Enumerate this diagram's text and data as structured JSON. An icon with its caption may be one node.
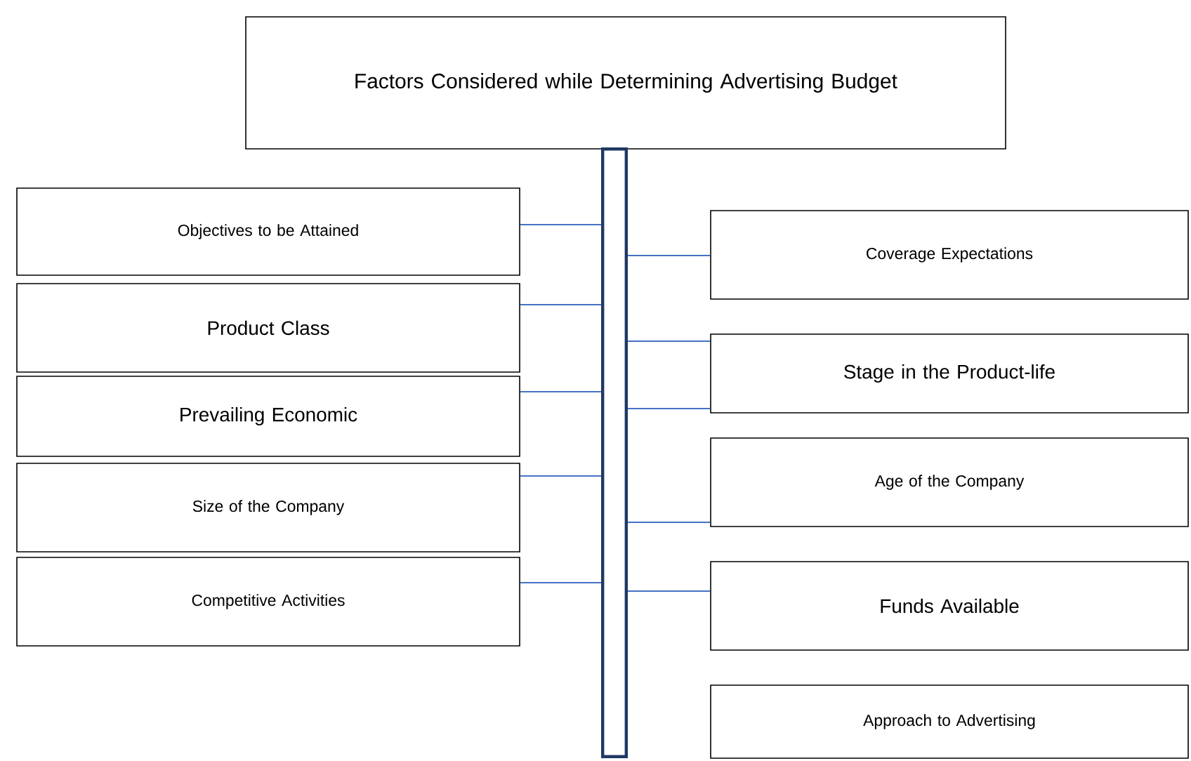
{
  "diagram": {
    "nodes": [
      {
        "text": [
          "Factors Considered  while Determining Advertising Budget"
        ]
      },
      {
        "text": [],
        "shape": "bar"
      },
      {
        "text": [
          "Objectives to be Attained"
        ]
      },
      {
        "text": [
          "Product Class"
        ]
      },
      {
        "text": [
          "Prevailing Economic"
        ]
      },
      {
        "text": [
          "Size of the Company"
        ]
      },
      {
        "text": [
          "Competitive Activities"
        ]
      },
      {
        "text": [
          "Coverage Expectations"
        ]
      },
      {
        "text": [
          "Stage in the Product-life"
        ]
      },
      {
        "text": [
          "Age of the Company"
        ]
      },
      {
        "text": [
          "Funds Available"
        ]
      },
      {
        "text": [
          "Approach to Advertising"
        ]
      }
    ],
    "edges": [
      {
        "from": 2,
        "to": 1,
        "arrow": "none"
      },
      {
        "from": 3,
        "to": 1,
        "arrow": "none"
      },
      {
        "from": 4,
        "to": 1,
        "arrow": "none"
      },
      {
        "from": 5,
        "to": 1,
        "arrow": "none"
      },
      {
        "from": 6,
        "to": 1,
        "arrow": "none"
      },
      {
        "from": 1,
        "to": 7,
        "arrow": "none"
      },
      {
        "from": 1,
        "to": 8,
        "arrow": "none"
      },
      {
        "from": 1,
        "to": 8,
        "arrow": "none"
      },
      {
        "from": 1,
        "to": 9,
        "arrow": "none"
      },
      {
        "from": 1,
        "to": 10,
        "arrow": "none"
      }
    ]
  }
}
